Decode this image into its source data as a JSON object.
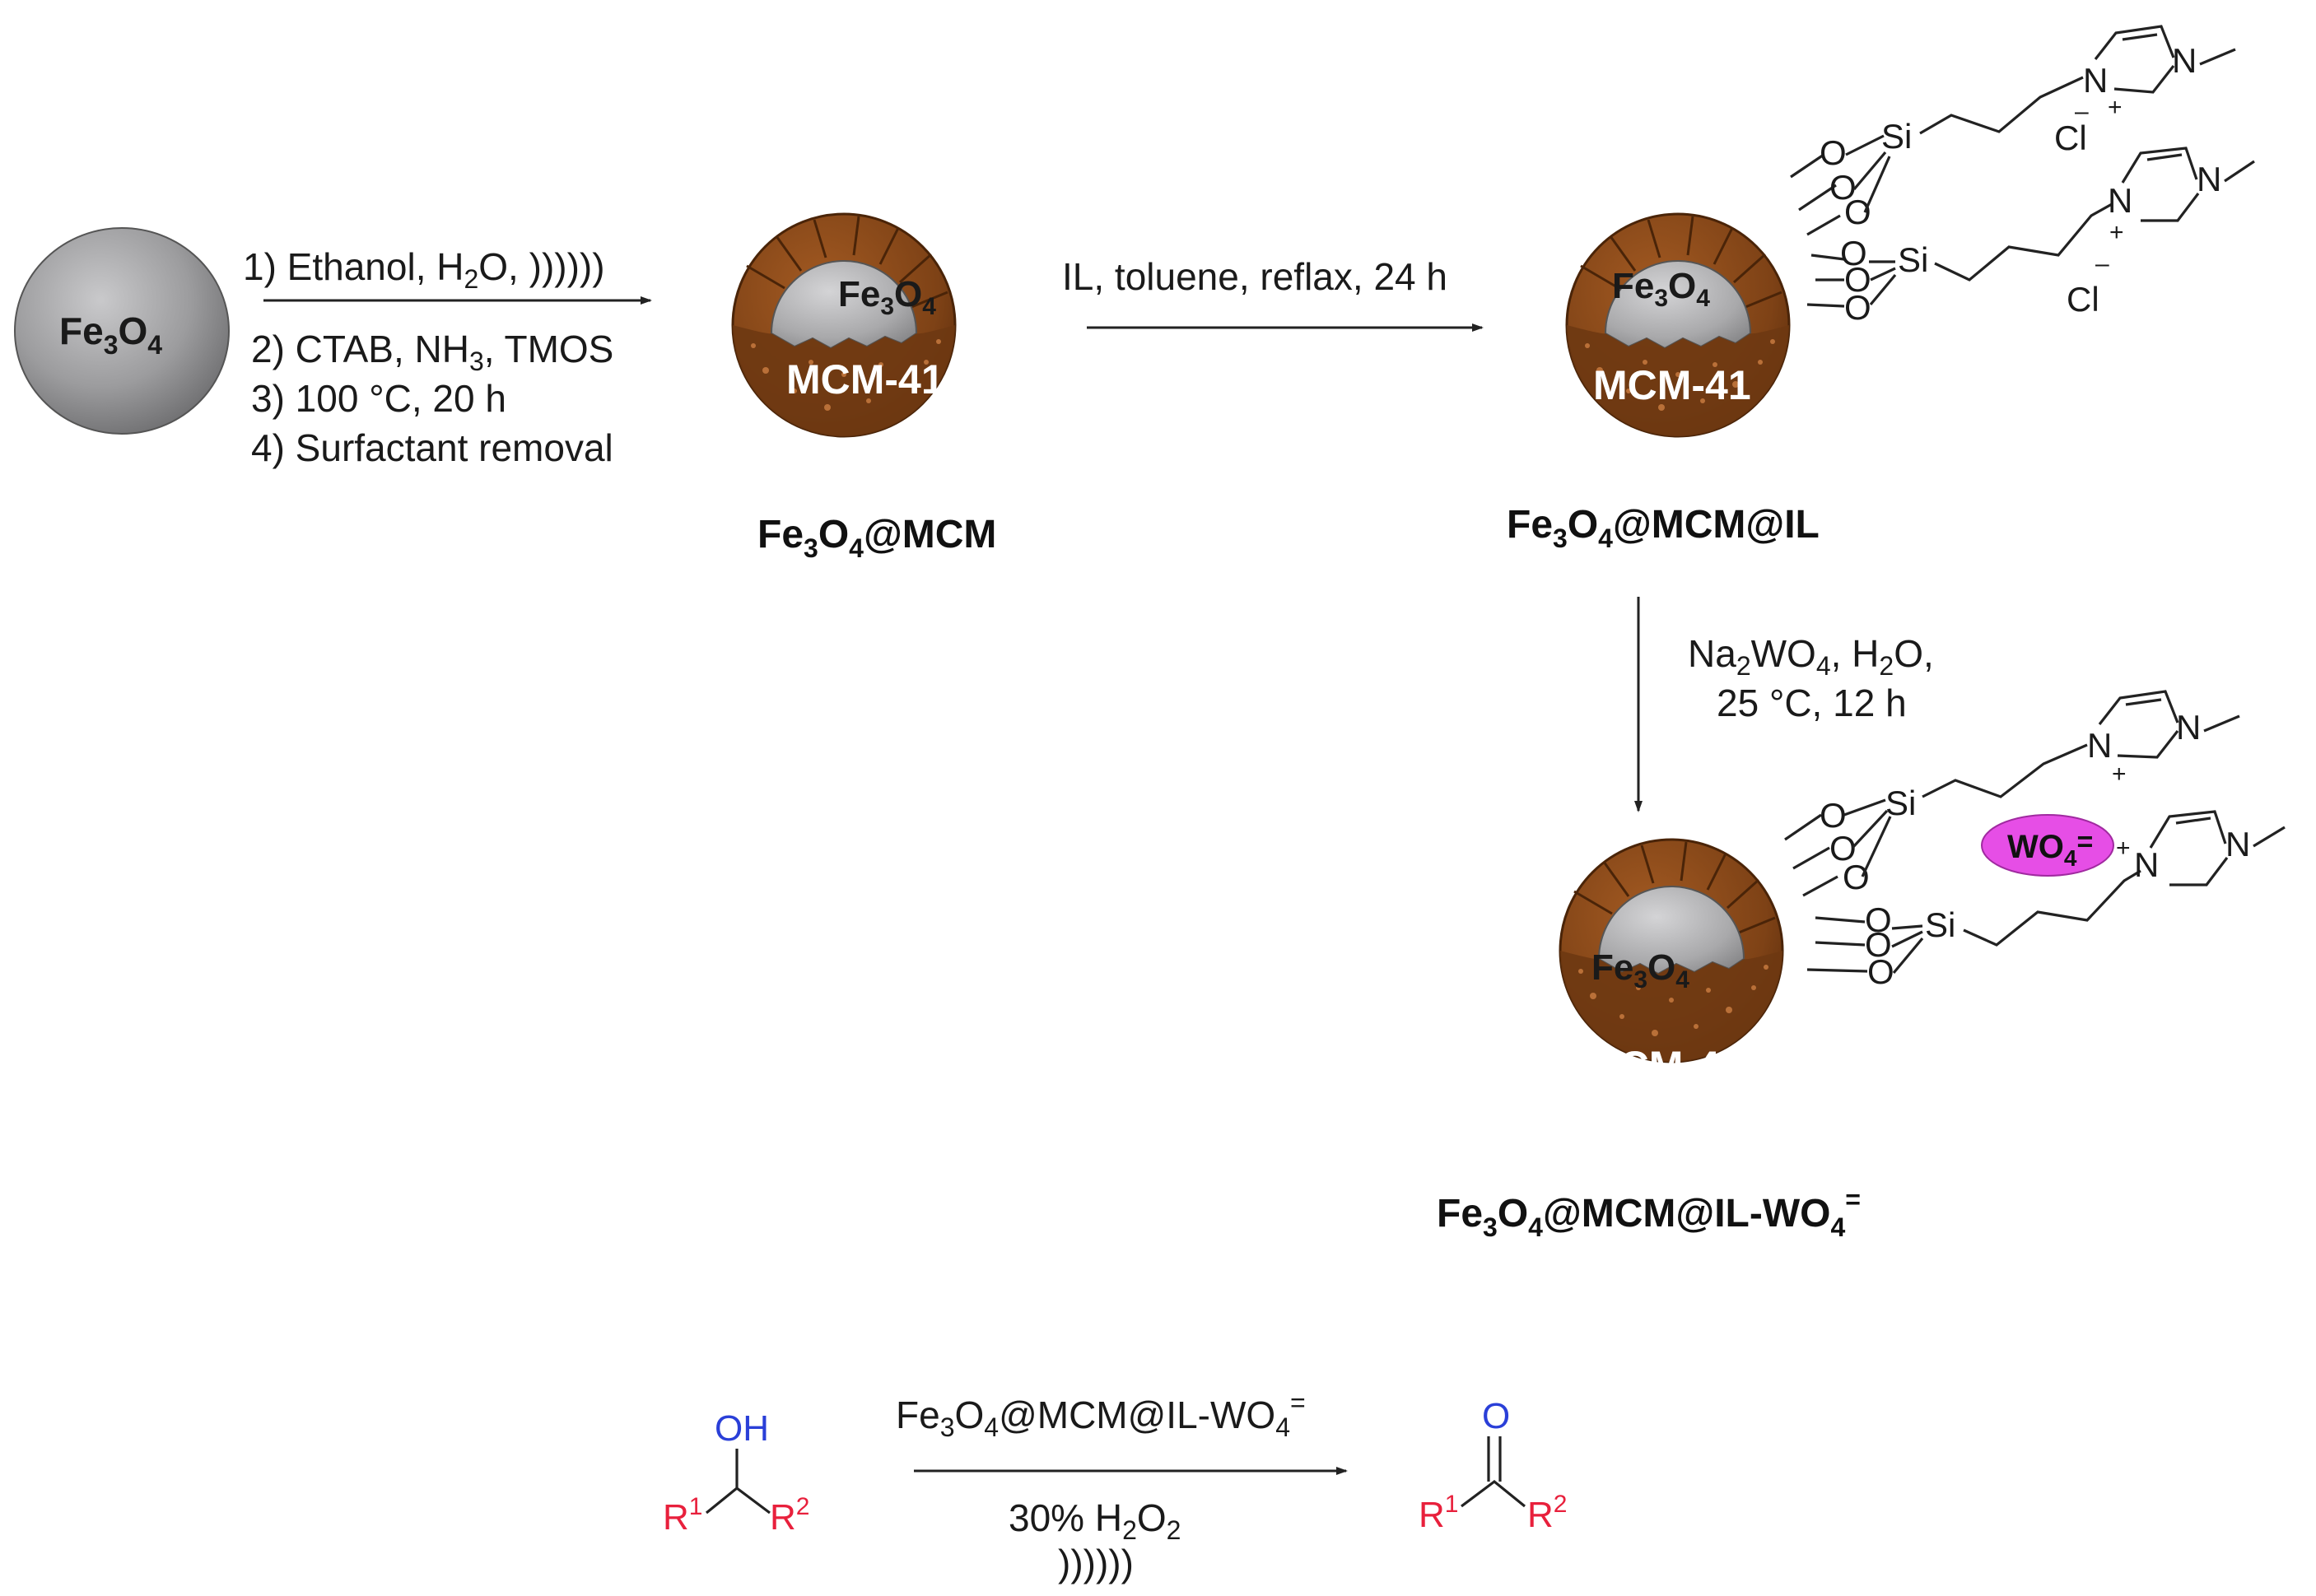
{
  "start_particle": {
    "base": "Fe",
    "sub1": "3",
    "mid": "O",
    "sub2": "4"
  },
  "step1": {
    "line1": {
      "a": "1) Ethanol, H",
      "sub": "2",
      "b": "O, ))))))"
    },
    "line2": {
      "a": "2) CTAB, NH",
      "sub": "3",
      "b": ", TMOS"
    },
    "line3": "3)  100 °C, 20 h",
    "line4": "4) Surfactant removal"
  },
  "step2": {
    "reagents": "IL, toluene, reflax, 24 h"
  },
  "step3": {
    "line1": {
      "a": "Na",
      "sub1": "2",
      "b": "WO",
      "sub2": "4",
      "c": ", H",
      "sub3": "2",
      "d": "O,"
    },
    "line2": "25 °C, 12 h"
  },
  "particles": {
    "core_label": {
      "base": "Fe",
      "sub1": "3",
      "mid": "O",
      "sub2": "4"
    },
    "shell_label": "MCM-41"
  },
  "labels": {
    "p1": {
      "a": "Fe",
      "s1": "3",
      "b": "O",
      "s2": "4",
      "c": "@MCM"
    },
    "p2": {
      "a": "Fe",
      "s1": "3",
      "b": "O",
      "s2": "4",
      "c": "@MCM@IL"
    },
    "p3": {
      "a": "Fe",
      "s1": "3",
      "b": "O",
      "s2": "4",
      "c": "@MCM@IL-WO",
      "s3": "4",
      "sup": "="
    }
  },
  "ligand": {
    "si": "Si",
    "o": "O",
    "n": "N",
    "plus": "+",
    "minus": "–",
    "cl": "Cl"
  },
  "anion": {
    "base": "WO",
    "sub": "4",
    "sup": "="
  },
  "reaction": {
    "oh": "OH",
    "o": "O",
    "r": "R",
    "r1": "1",
    "r2": "2",
    "catalyst": {
      "a": "Fe",
      "s1": "3",
      "b": "O",
      "s2": "4",
      "c": "@MCM@IL-WO",
      "s3": "4",
      "sup": "="
    },
    "oxidant": {
      "a": "30% H",
      "s1": "2",
      "b": "O",
      "s2": "2"
    },
    "ultrasound": "))))))"
  },
  "colors": {
    "shell": "#8a4a1c",
    "shell_dark": "#5e2f0e",
    "core": "#a4a4a6",
    "r_groups": "#e8203c",
    "heteroatom": "#2a3fd8",
    "anion": "#e64ee6"
  }
}
